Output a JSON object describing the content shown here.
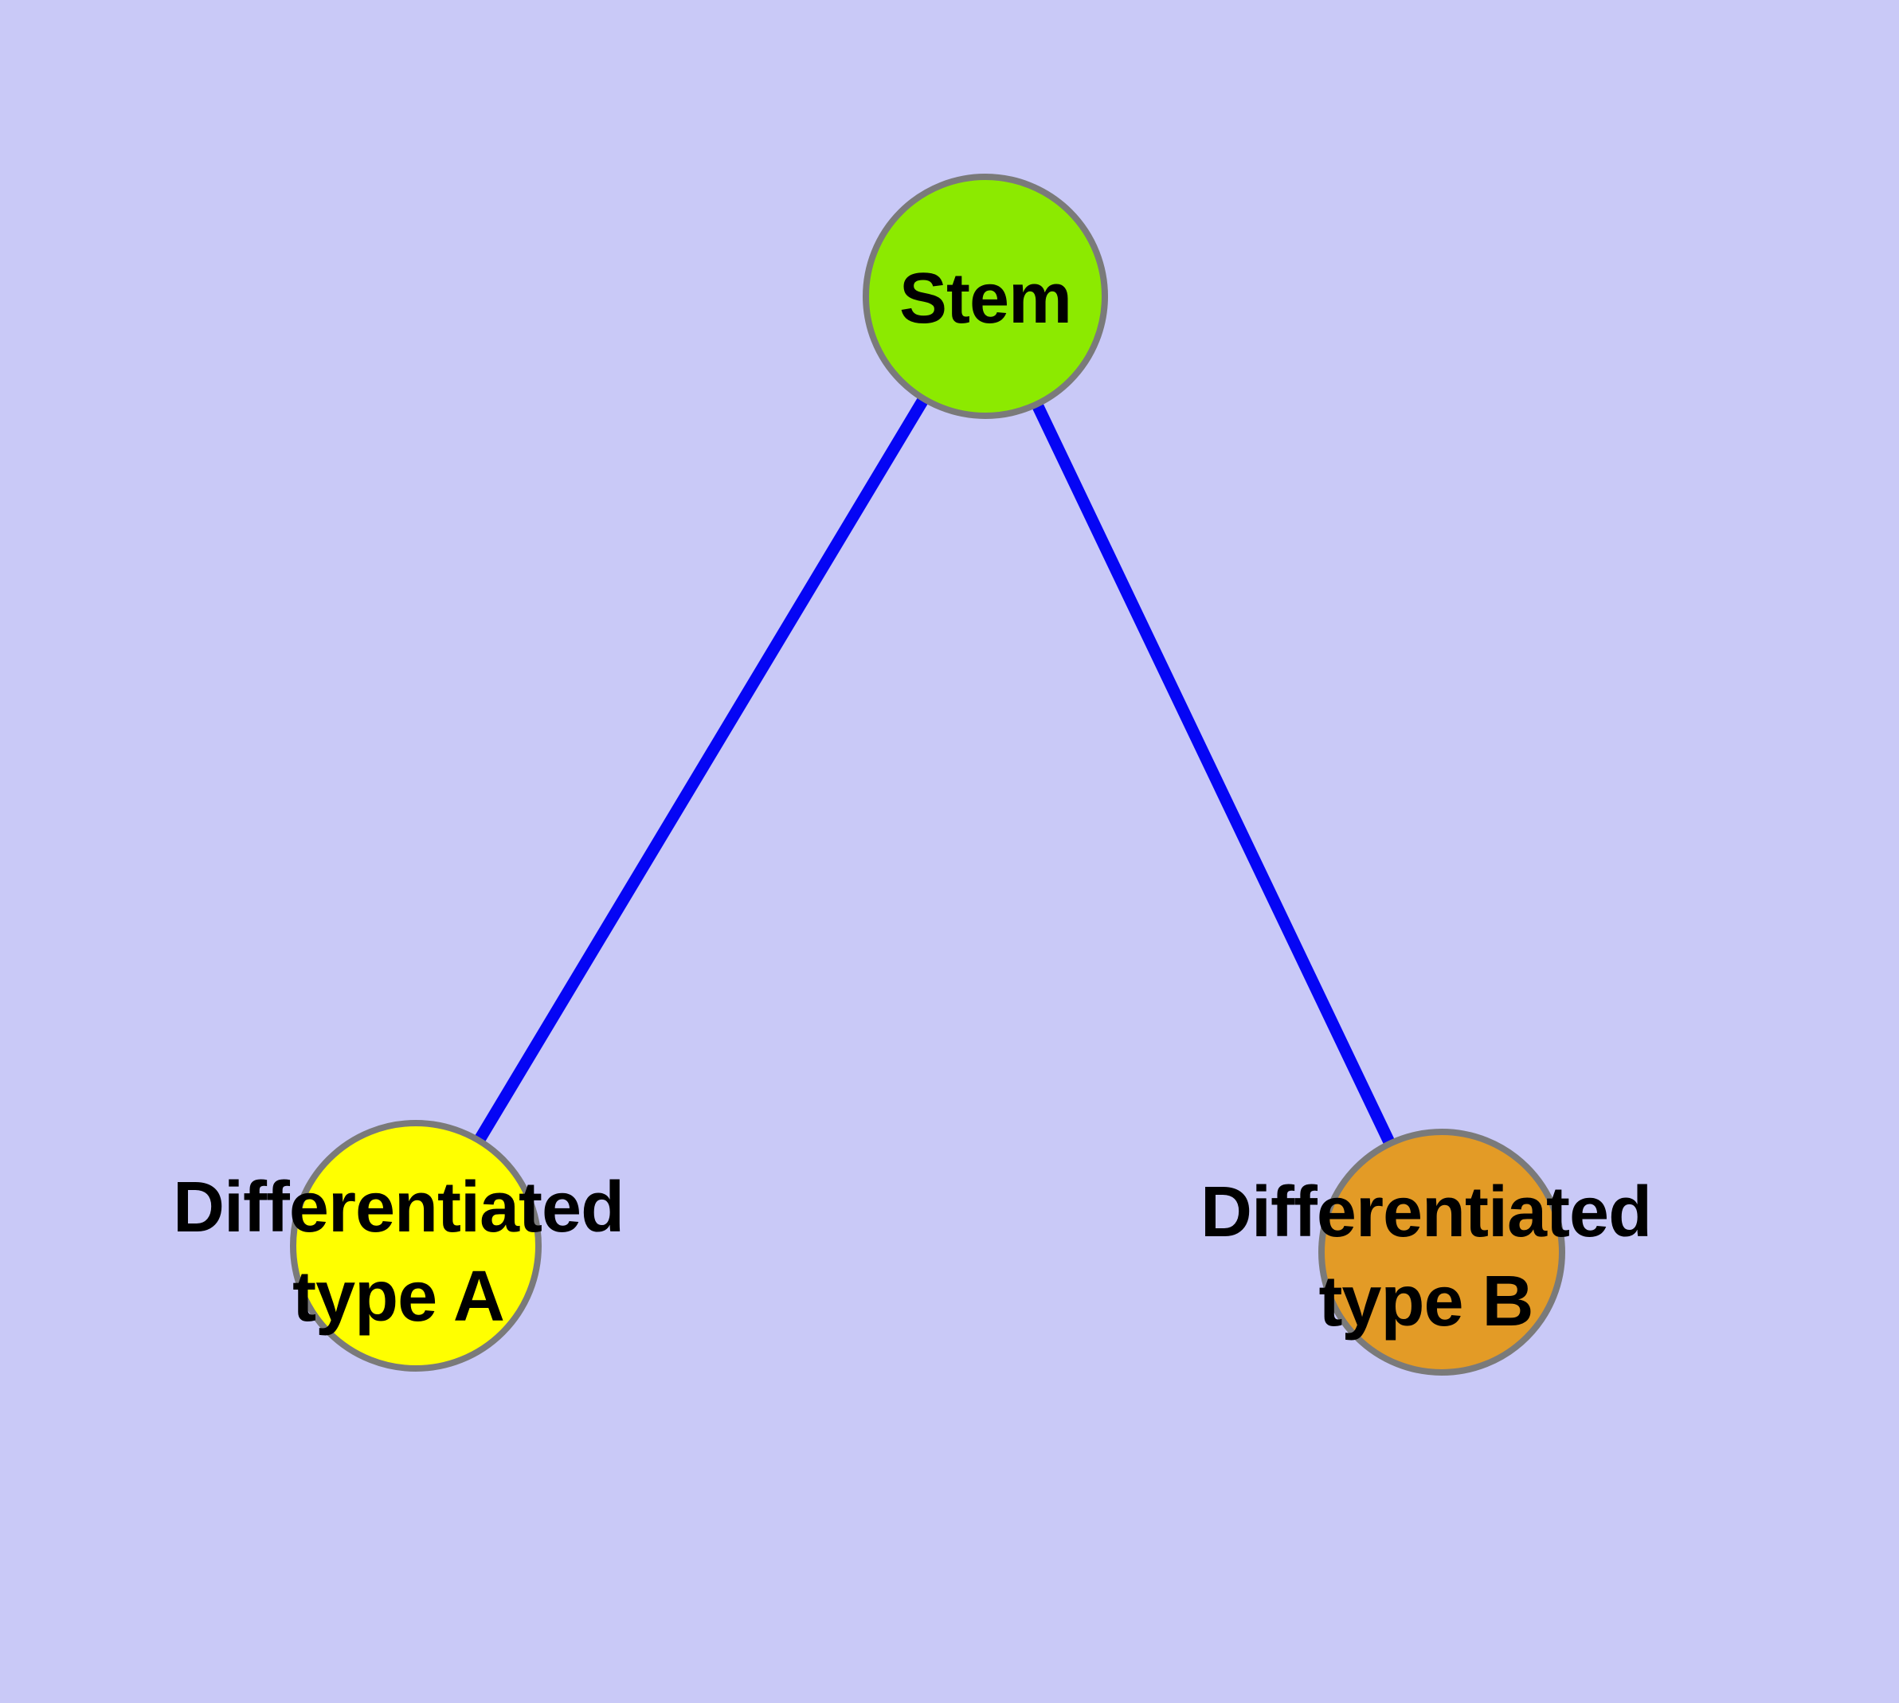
{
  "diagram": {
    "type": "graph",
    "background_color": "#c9c9f7",
    "edge_color": "#0505f5",
    "node_border_color": "#7a7a7a",
    "label_color": "#000000",
    "nodes": [
      {
        "id": "stem",
        "label": "Stem",
        "color": "#8cea00"
      },
      {
        "id": "differentiated-type-a",
        "label": "Differentiated\ntype A",
        "color": "#ffff00"
      },
      {
        "id": "differentiated-type-b",
        "label": "Differentiated\ntype B",
        "color": "#e39b26"
      }
    ],
    "edges": [
      {
        "from": "Stem",
        "to": "Differentiated type A"
      },
      {
        "from": "Stem",
        "to": "Differentiated type B"
      }
    ]
  }
}
